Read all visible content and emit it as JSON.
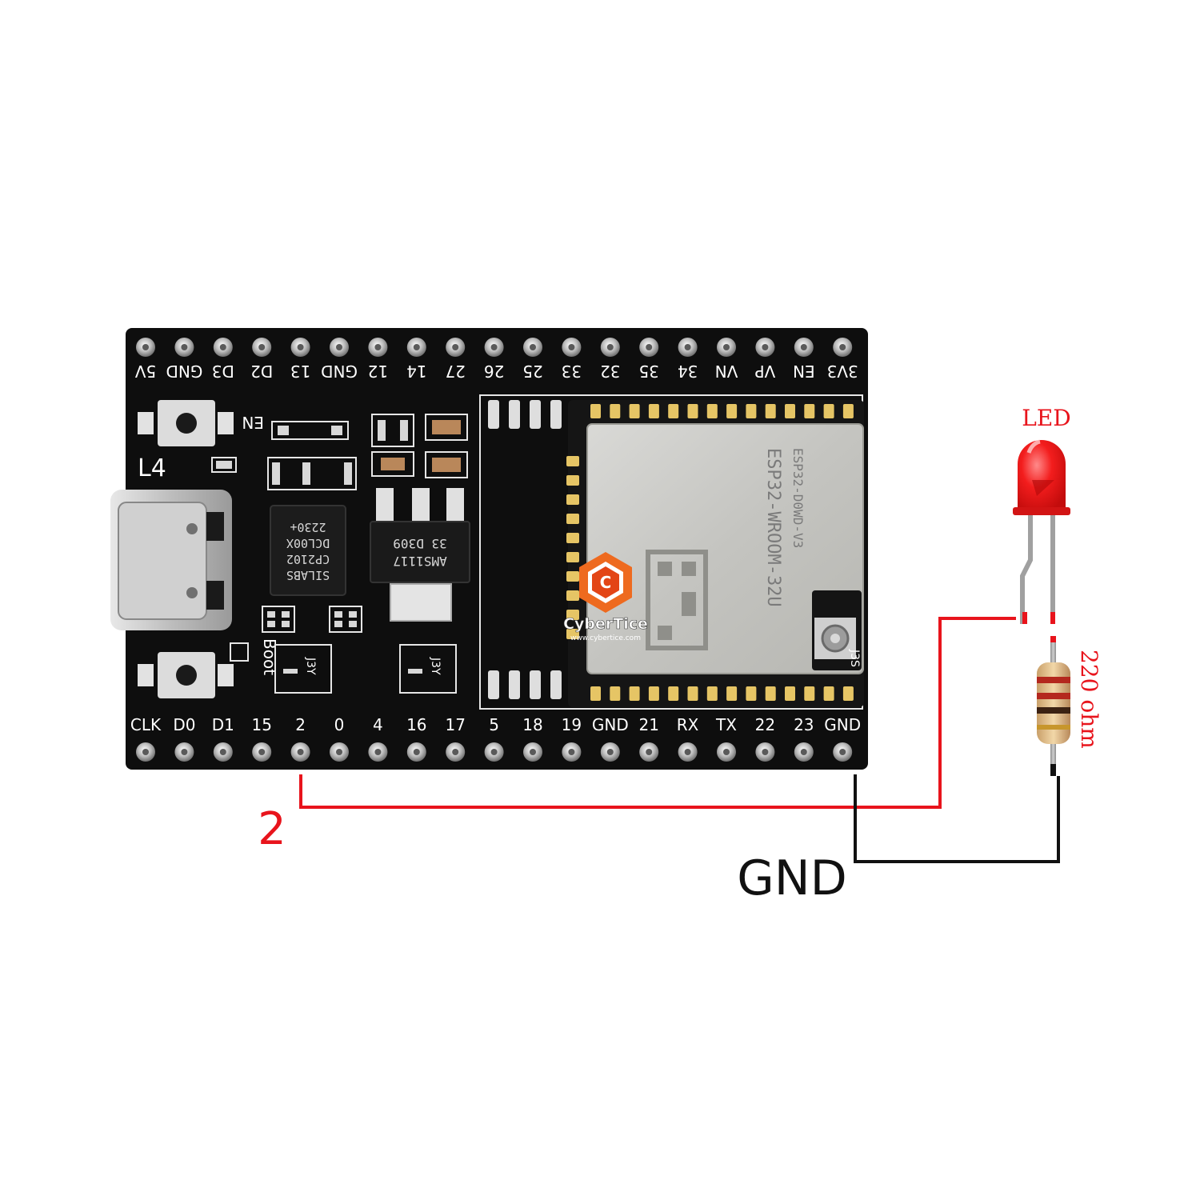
{
  "board": {
    "top_pins": [
      "5V",
      "GND",
      "D3",
      "D2",
      "13",
      "GND",
      "12",
      "14",
      "27",
      "26",
      "25",
      "33",
      "32",
      "35",
      "34",
      "VN",
      "VP",
      "EN",
      "3V3"
    ],
    "bottom_pins": [
      "CLK",
      "D0",
      "D1",
      "15",
      "2",
      "0",
      "4",
      "16",
      "17",
      "5",
      "18",
      "19",
      "GND",
      "21",
      "RX",
      "TX",
      "22",
      "23",
      "GND"
    ],
    "silk_en": "EN",
    "silk_boot": "Boot",
    "silk_l4": "L4",
    "silk_j3y": "J3Y",
    "silk_j3s": "J3S",
    "usb_chip_lines": [
      "SILABS",
      "CP2102",
      "DCL00X",
      "2230+"
    ],
    "regulator_lines": [
      "AMS1117",
      "33    D309"
    ],
    "module_lines": [
      "ESP32-WROOM-32U",
      "ESP32-D0WD-V3"
    ]
  },
  "watermark": {
    "brand": "CyberTice",
    "url": "www.cybertice.com"
  },
  "circuit": {
    "led_label": "LED",
    "resistor_label": "220 ohm",
    "pin_label": "2",
    "gnd_label": "GND",
    "signal_color": "#e8141c",
    "ground_color": "#111111",
    "led_color": "#ef1c1c",
    "board_color": "#0e0e0e"
  }
}
